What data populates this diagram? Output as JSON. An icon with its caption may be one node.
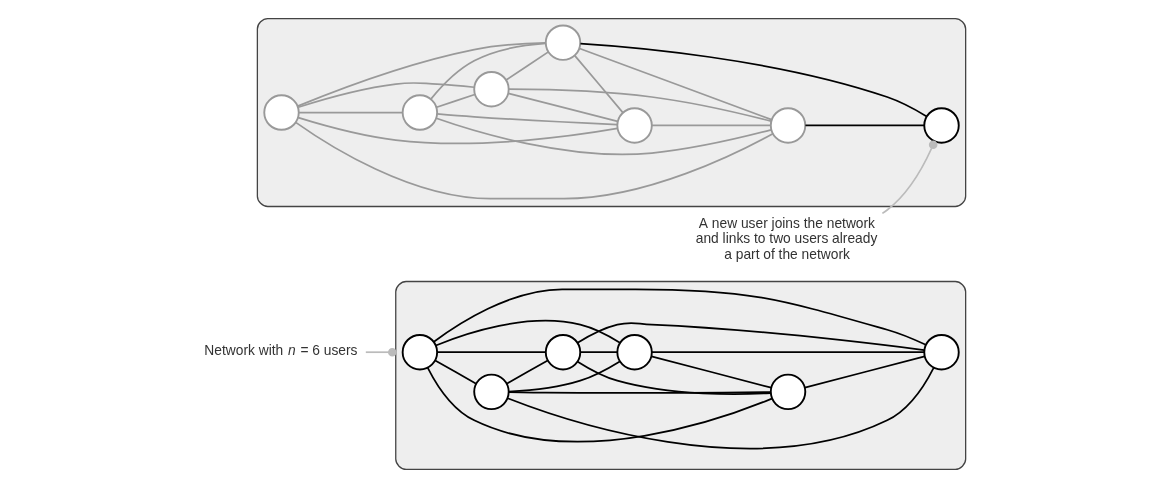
{
  "diagram": {
    "nodes": [
      {
        "text": [],
        "shape": "box"
      },
      {
        "text": [],
        "shape": "circle",
        "in": 0
      },
      {
        "text": [],
        "shape": "circle",
        "in": 0
      },
      {
        "text": [],
        "shape": "circle",
        "in": 0
      },
      {
        "text": [],
        "shape": "circle",
        "in": 0
      },
      {
        "text": [],
        "shape": "circle",
        "in": 0
      },
      {
        "text": [],
        "shape": "circle",
        "in": 0
      },
      {
        "text": [],
        "shape": "box"
      },
      {
        "text": [],
        "shape": "circle",
        "in": 7
      },
      {
        "text": [],
        "shape": "circle",
        "in": 7
      },
      {
        "text": [],
        "shape": "circle",
        "in": 7
      },
      {
        "text": [],
        "shape": "circle",
        "in": 7
      },
      {
        "text": [],
        "shape": "circle",
        "in": 7
      },
      {
        "text": [],
        "shape": "circle",
        "in": 7
      },
      {
        "text": [],
        "shape": "circle",
        "in": 7
      },
      {
        "text": [
          "Network with *n* = 6 users"
        ]
      },
      {
        "text": [
          "A new user joins the network and links to two users already a part of the network"
        ]
      }
    ],
    "edges": [
      {
        "from": 1,
        "to": 2,
        "arrow": "none"
      },
      {
        "from": 1,
        "to": 3,
        "arrow": "none"
      },
      {
        "from": 1,
        "to": 4,
        "arrow": "none"
      },
      {
        "from": 1,
        "to": 5,
        "arrow": "none"
      },
      {
        "from": 1,
        "to": 6,
        "arrow": "none"
      },
      {
        "from": 2,
        "to": 3,
        "arrow": "none"
      },
      {
        "from": 2,
        "to": 4,
        "arrow": "none"
      },
      {
        "from": 2,
        "to": 5,
        "arrow": "none"
      },
      {
        "from": 2,
        "to": 6,
        "arrow": "none"
      },
      {
        "from": 3,
        "to": 4,
        "arrow": "none"
      },
      {
        "from": 3,
        "to": 5,
        "arrow": "none"
      },
      {
        "from": 3,
        "to": 6,
        "arrow": "none"
      },
      {
        "from": 4,
        "to": 5,
        "arrow": "none"
      },
      {
        "from": 4,
        "to": 6,
        "arrow": "none"
      },
      {
        "from": 5,
        "to": 6,
        "arrow": "none"
      },
      {
        "from": 8,
        "to": 9,
        "arrow": "none",
        "color": "#999999"
      },
      {
        "from": 8,
        "to": 10,
        "arrow": "none",
        "color": "#999999"
      },
      {
        "from": 8,
        "to": 11,
        "arrow": "none",
        "color": "#999999"
      },
      {
        "from": 8,
        "to": 12,
        "arrow": "none",
        "color": "#999999"
      },
      {
        "from": 8,
        "to": 13,
        "arrow": "none",
        "color": "#999999"
      },
      {
        "from": 9,
        "to": 10,
        "arrow": "none",
        "color": "#999999"
      },
      {
        "from": 9,
        "to": 11,
        "arrow": "none",
        "color": "#999999"
      },
      {
        "from": 9,
        "to": 12,
        "arrow": "none",
        "color": "#999999"
      },
      {
        "from": 9,
        "to": 13,
        "arrow": "none",
        "color": "#999999"
      },
      {
        "from": 10,
        "to": 11,
        "arrow": "none",
        "color": "#999999"
      },
      {
        "from": 10,
        "to": 12,
        "arrow": "none",
        "color": "#999999"
      },
      {
        "from": 10,
        "to": 13,
        "arrow": "none",
        "color": "#999999"
      },
      {
        "from": 11,
        "to": 12,
        "arrow": "none",
        "color": "#999999"
      },
      {
        "from": 11,
        "to": 13,
        "arrow": "none",
        "color": "#999999"
      },
      {
        "from": 12,
        "to": 13,
        "arrow": "none",
        "color": "#999999"
      },
      {
        "from": 11,
        "to": 14,
        "arrow": "none"
      },
      {
        "from": 13,
        "to": 14,
        "arrow": "none"
      },
      {
        "from": 15,
        "to": 0,
        "arrow": "other",
        "color": "#bbbbbb"
      },
      {
        "from": 16,
        "to": 14,
        "arrow": "other",
        "color": "#bbbbbb"
      }
    ]
  }
}
